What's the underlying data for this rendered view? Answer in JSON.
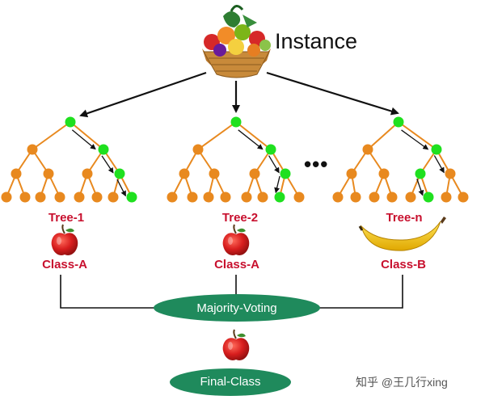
{
  "instance_label": "Instance",
  "ellipsis": "•••",
  "trees": [
    {
      "label": "Tree-1",
      "class_label": "Class-A",
      "prediction_icon": "apple-icon"
    },
    {
      "label": "Tree-2",
      "class_label": "Class-A",
      "prediction_icon": "apple-icon"
    },
    {
      "label": "Tree-n",
      "class_label": "Class-B",
      "prediction_icon": "banana-icon"
    }
  ],
  "aggregator": {
    "label": "Majority-Voting",
    "icon": "apple-icon"
  },
  "output": {
    "label": "Final-Class"
  },
  "watermark": "知乎 @王几行xing",
  "colors": {
    "internal_node": "#e8891f",
    "path_node": "#1fe01f",
    "label_red": "#c8102e",
    "pill_green": "#1f8a5c",
    "line": "#111111",
    "apple_red": "#d81e1e",
    "banana_yellow": "#f5c518"
  },
  "icons": {
    "input_image": "fruit-basket-icon"
  }
}
